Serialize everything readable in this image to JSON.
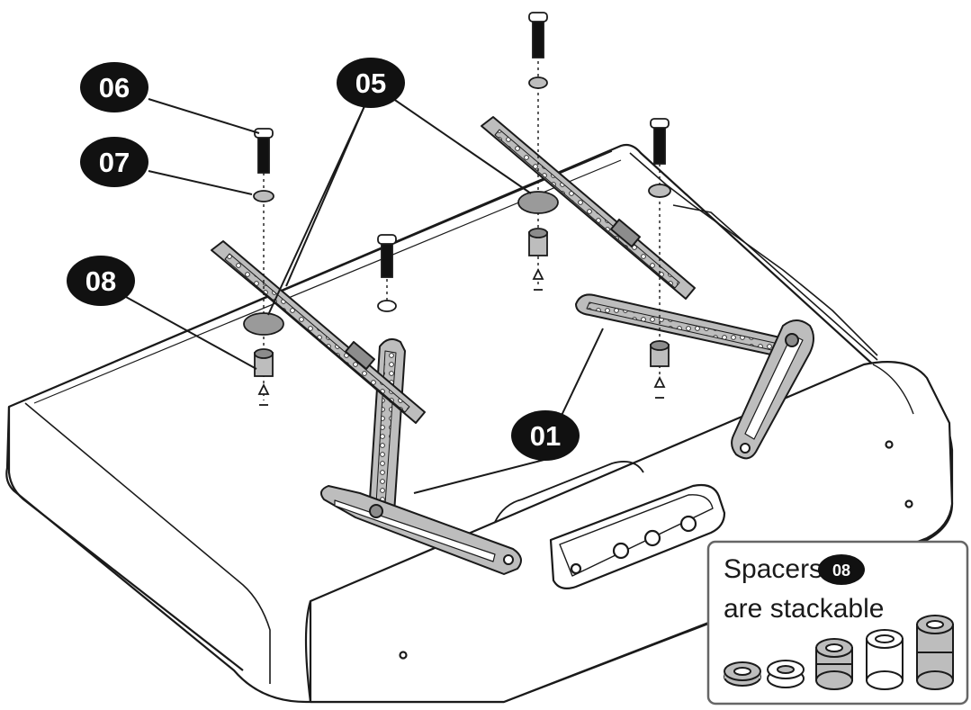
{
  "callouts": {
    "c06": "06",
    "c07": "07",
    "c08": "08",
    "c05": "05",
    "c01": "01"
  },
  "inset": {
    "line1": "Spacers",
    "badge": "08",
    "line2": "are stackable"
  },
  "colors": {
    "ink": "#1a1a1a",
    "part_fill": "#bdbdbd",
    "part_dark": "#8c8c8c",
    "badge": "#111111",
    "paper": "#ffffff"
  }
}
